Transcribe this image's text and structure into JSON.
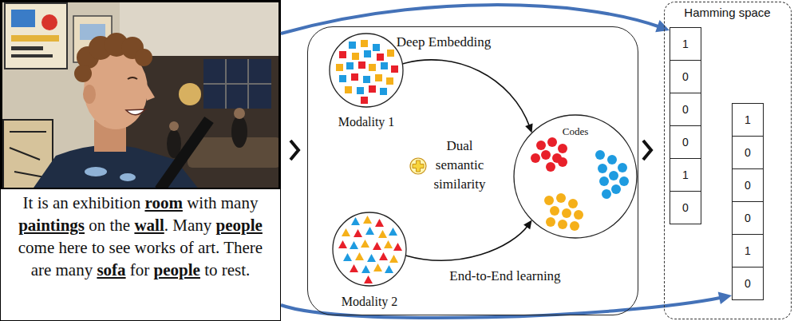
{
  "diagram": {
    "nodes": [
      {
        "text": [
          "It is an exhibition room with many paintings on the wall. Many people come here to see works of art. There are many sofa for people to rest."
        ]
      },
      {
        "text": [
          "Deep Embedding",
          "Dual semantic similarity",
          "End-to-End learning"
        ]
      },
      {
        "text": [
          "Modality 1"
        ],
        "in": 1
      },
      {
        "text": [
          "Modality 2"
        ],
        "in": 1
      },
      {
        "text": [
          "Codes"
        ],
        "in": 1
      },
      {
        "text": [
          "Hamming space"
        ]
      },
      {
        "text": [
          "1"
        ],
        "in": 5
      },
      {
        "text": [
          "0"
        ],
        "in": 5
      },
      {
        "text": [
          "0"
        ],
        "in": 5
      },
      {
        "text": [
          "0"
        ],
        "in": 5
      },
      {
        "text": [
          "1"
        ],
        "in": 5
      },
      {
        "text": [
          "0"
        ],
        "in": 5
      },
      {
        "text": [
          "1"
        ],
        "in": 5
      },
      {
        "text": [
          "0"
        ],
        "in": 5
      },
      {
        "text": [
          "0"
        ],
        "in": 5
      },
      {
        "text": [
          "0"
        ],
        "in": 5
      },
      {
        "text": [
          "1"
        ],
        "in": 5
      },
      {
        "text": [
          "0"
        ],
        "in": 5
      }
    ],
    "edges": [
      {
        "from": 2,
        "to": 4,
        "arrow": "to"
      },
      {
        "from": 3,
        "to": 4,
        "arrow": "to"
      },
      {
        "from": 0,
        "to": 6,
        "arrow": "to"
      },
      {
        "from": 0,
        "to": 17,
        "arrow": "to"
      }
    ]
  }
}
